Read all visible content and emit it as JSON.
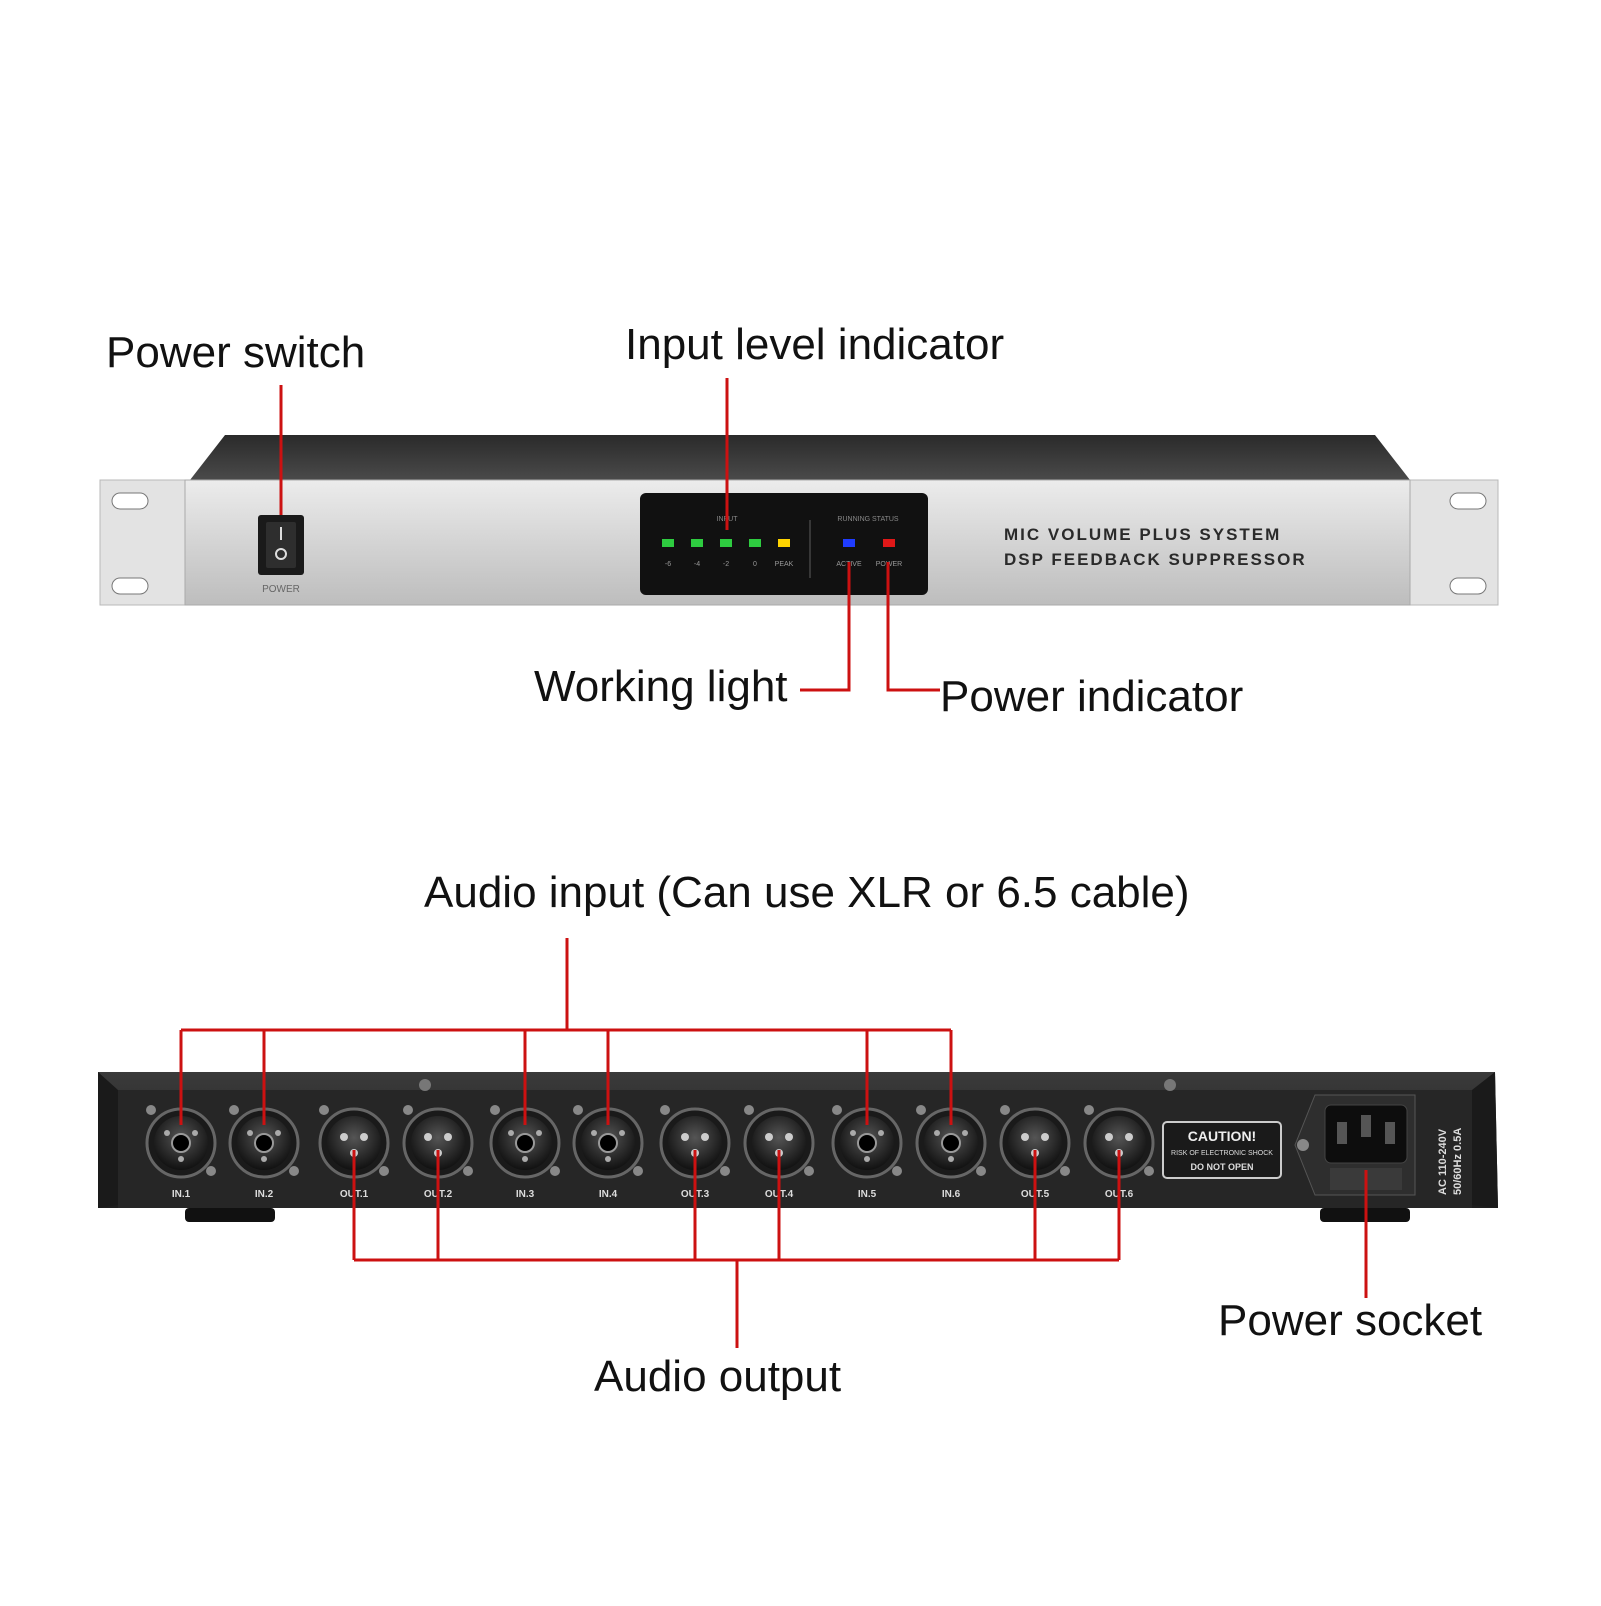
{
  "callouts": {
    "power_switch": "Power switch",
    "input_level_indicator": "Input level indicator",
    "working_light": "Working light",
    "power_indicator": "Power indicator",
    "audio_input": "Audio input (Can use XLR or 6.5 cable)",
    "audio_output": "Audio output",
    "power_socket": "Power socket"
  },
  "front_panel": {
    "power_label": "POWER",
    "brand_line1": "MIC VOLUME PLUS SYSTEM",
    "brand_line2": "DSP FEEDBACK SUPPRESSOR",
    "input_header": "INPUT",
    "running_status_header": "RUNNING STATUS",
    "level_leds": [
      {
        "label": "-6",
        "color": "#2ecc40"
      },
      {
        "label": "-4",
        "color": "#2ecc40"
      },
      {
        "label": "-2",
        "color": "#2ecc40"
      },
      {
        "label": "0",
        "color": "#2ecc40"
      },
      {
        "label": "PEAK",
        "color": "#ffd400"
      }
    ],
    "status_leds": [
      {
        "label": "ACTIVE",
        "color": "#1f3cff"
      },
      {
        "label": "POWER",
        "color": "#e01818"
      }
    ]
  },
  "rear_panel": {
    "jacks": [
      {
        "label": "IN.1",
        "type": "combo"
      },
      {
        "label": "IN.2",
        "type": "combo"
      },
      {
        "label": "OUT.1",
        "type": "xlr"
      },
      {
        "label": "OUT.2",
        "type": "xlr"
      },
      {
        "label": "IN.3",
        "type": "combo"
      },
      {
        "label": "IN.4",
        "type": "combo"
      },
      {
        "label": "OUT.3",
        "type": "xlr"
      },
      {
        "label": "OUT.4",
        "type": "xlr"
      },
      {
        "label": "IN.5",
        "type": "combo"
      },
      {
        "label": "IN.6",
        "type": "combo"
      },
      {
        "label": "OUT.5",
        "type": "xlr"
      },
      {
        "label": "OUT.6",
        "type": "xlr"
      }
    ],
    "caution_title": "CAUTION!",
    "caution_line1": "RISK OF ELECTRONIC SHOCK",
    "caution_line2": "DO NOT OPEN",
    "ac_line1": "AC 110-240V",
    "ac_line2": "50/60Hz 0.5A"
  },
  "colors": {
    "leader": "#cc1111",
    "front_panel": "#d9d9d9",
    "rear_panel": "#2c2c2c"
  }
}
